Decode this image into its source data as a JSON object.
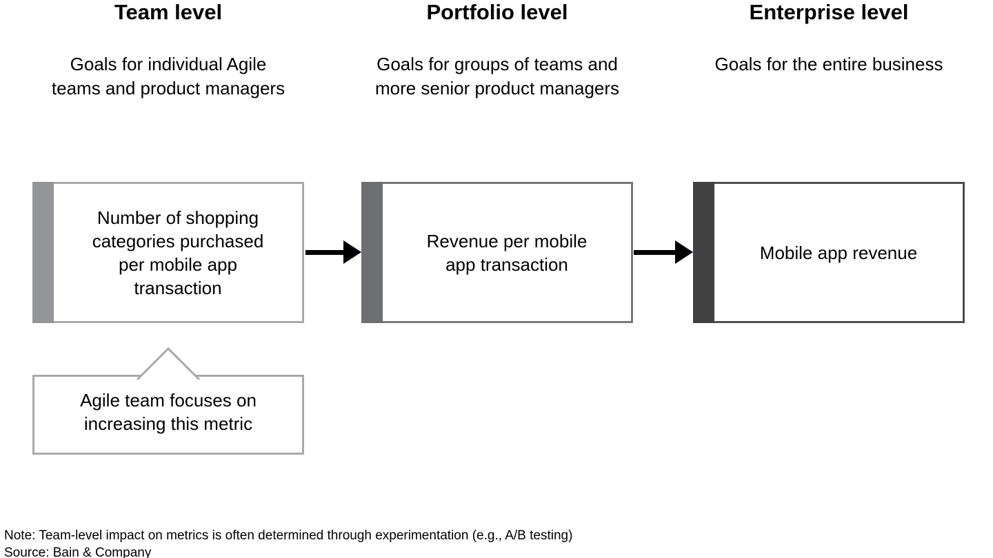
{
  "page": {
    "background": "#ffffff",
    "text_color": "#000000",
    "arrow_color": "#000000"
  },
  "columns": [
    {
      "title": "Team level",
      "subtitle_lines": [
        "Goals for individual Agile",
        "teams and product managers"
      ],
      "box_lines": [
        "Number of shopping",
        "categories purchased",
        "per mobile app",
        "transaction"
      ],
      "accent_color": "#939598",
      "border_color": "#a7a9ac"
    },
    {
      "title": "Portfolio level",
      "subtitle_lines": [
        "Goals for groups of teams and",
        "more senior product managers"
      ],
      "box_lines": [
        "Revenue per mobile",
        "app transaction"
      ],
      "accent_color": "#6d6e71",
      "border_color": "#76777a"
    },
    {
      "title": "Enterprise level",
      "subtitle_lines": [
        "Goals for the entire business"
      ],
      "box_lines": [
        "Mobile app revenue"
      ],
      "accent_color": "#414042",
      "border_color": "#4d4e50"
    }
  ],
  "callout": {
    "lines": [
      "Agile team focuses on",
      "increasing this metric"
    ],
    "border_color": "#a7a9ac"
  },
  "footer": {
    "note": "Note: Team-level impact on metrics is often determined through experimentation (e.g., A/B testing)",
    "source": "Source: Bain & Company"
  }
}
